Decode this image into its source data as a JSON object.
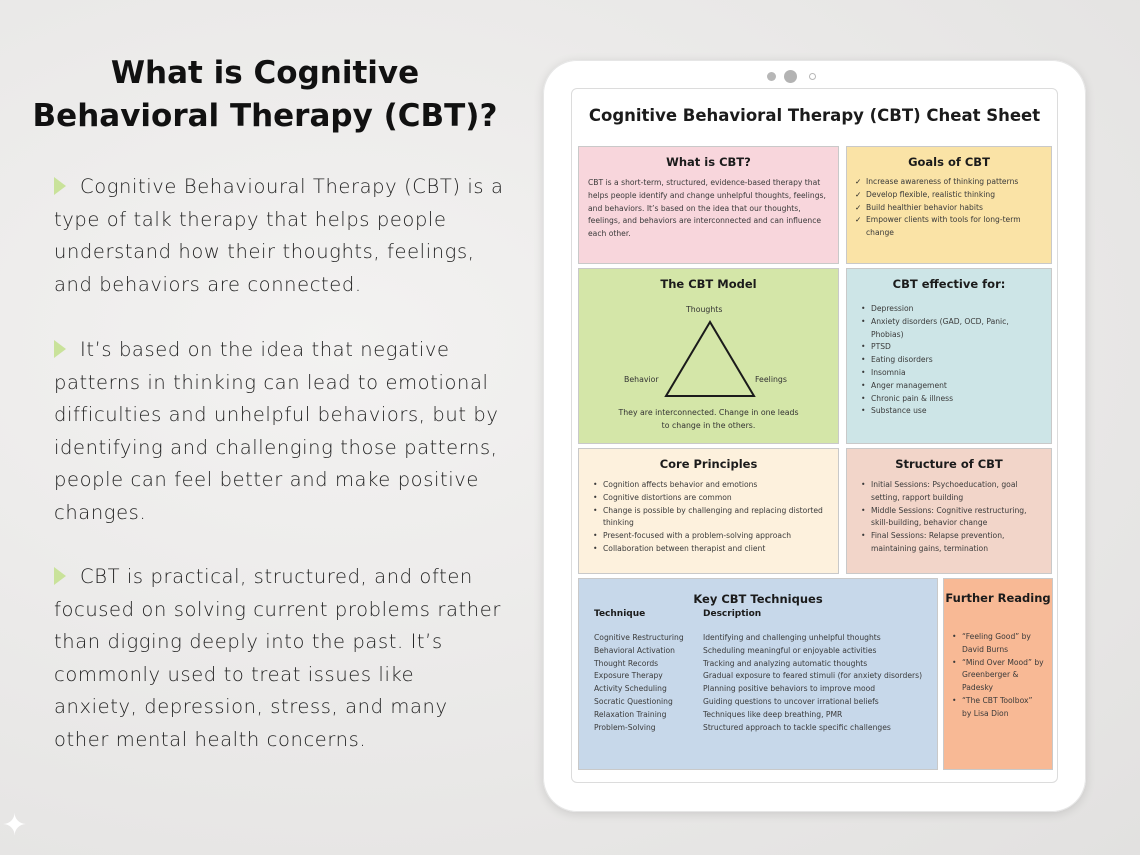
{
  "left": {
    "title_line1": "What is Cognitive",
    "title_line2": "Behavioral Therapy (CBT)?",
    "paragraphs": [
      "Cognitive Behavioural Therapy (CBT) is a type of talk therapy that helps people understand how their thoughts, feelings, and behaviors are connected.",
      "It’s based on the idea that negative patterns in thinking can lead to emotional difficulties and unhelpful behaviors, but by identifying and challenging those patterns, people can feel better and make positive changes.",
      "CBT is practical, structured, and often focused on solving current problems rather than digging deeply into the past. It’s commonly used to treat issues like anxiety, depression, stress, and many other mental health concerns."
    ]
  },
  "sheet": {
    "title": "Cognitive Behavioral Therapy (CBT) Cheat Sheet",
    "what": {
      "heading": "What is CBT?",
      "text": "CBT is a short-term, structured, evidence-based therapy that helps people identify and change unhelpful thoughts, feelings, and behaviors. It’s based on the idea that our thoughts, feelings, and behaviors are interconnected and can influence each other."
    },
    "goals": {
      "heading": "Goals of CBT",
      "items": [
        "Increase awareness of thinking patterns",
        "Develop flexible, realistic thinking",
        "Build healthier behavior habits",
        "Empower clients with tools for long-term change"
      ]
    },
    "model": {
      "heading": "The CBT Model",
      "top": "Thoughts",
      "left": "Behavior",
      "right": "Feelings",
      "caption_line1": "They are interconnected. Change in one leads",
      "caption_line2": "to change in the others."
    },
    "effective": {
      "heading": "CBT effective for:",
      "items": [
        "Depression",
        "Anxiety disorders (GAD, OCD, Panic, Phobias)",
        "PTSD",
        "Eating disorders",
        "Insomnia",
        "Anger management",
        "Chronic pain & illness",
        "Substance use"
      ]
    },
    "core": {
      "heading": "Core Principles",
      "items": [
        "Cognition affects behavior and emotions",
        "Cognitive distortions are common",
        "Change is possible by challenging and replacing distorted thinking",
        "Present-focused with a problem-solving approach",
        "Collaboration between therapist and client"
      ]
    },
    "structure": {
      "heading": "Structure of CBT",
      "items": [
        "Initial Sessions: Psychoeducation, goal setting, rapport building",
        "Middle Sessions: Cognitive restructuring, skill-building, behavior change",
        "Final Sessions: Relapse prevention, maintaining gains, termination"
      ]
    },
    "techniques": {
      "heading": "Key CBT Techniques",
      "col1": "Technique",
      "col2": "Description",
      "names": [
        "Cognitive Restructuring",
        "Behavioral Activation",
        "Thought Records",
        "Exposure Therapy",
        "Activity Scheduling",
        "Socratic Questioning",
        "Relaxation Training",
        "Problem-Solving"
      ],
      "descriptions": [
        "Identifying and challenging unhelpful thoughts",
        "Scheduling meaningful or enjoyable activities",
        "Tracking and analyzing automatic thoughts",
        "Gradual exposure to feared stimuli (for anxiety disorders)",
        "Planning positive behaviors to improve mood",
        "Guiding questions to uncover irrational beliefs",
        "Techniques like deep breathing, PMR",
        "Structured approach to tackle specific challenges"
      ]
    },
    "reading": {
      "heading": "Further Reading",
      "items": [
        "“Feeling Good” by David Burns",
        "“Mind Over Mood” by Greenberger & Padesky",
        "“The CBT Toolbox” by Lisa Dion"
      ]
    }
  }
}
